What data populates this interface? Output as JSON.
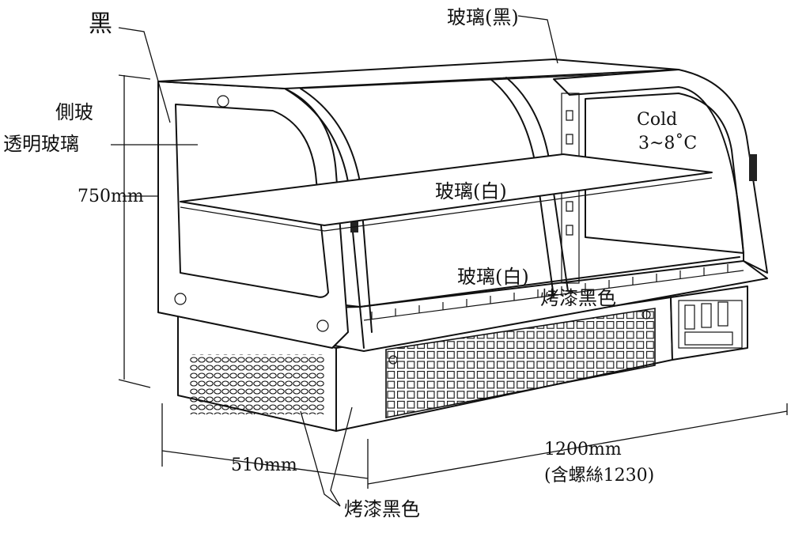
{
  "labels": {
    "black": "黑",
    "glass_black": "玻璃(黑)",
    "side_glass_1": "側玻",
    "side_glass_2": "透明玻璃",
    "height": "750mm",
    "cold": "Cold",
    "temp": "3~8˚C",
    "glass_white_upper": "玻璃(白)",
    "glass_white_lower": "玻璃(白)",
    "paint_black_front": "烤漆黑色",
    "width_1200": "1200mm",
    "width_1230": "(含螺絲1230)",
    "depth_510": "510mm",
    "paint_black_bottom": "烤漆黑色"
  }
}
